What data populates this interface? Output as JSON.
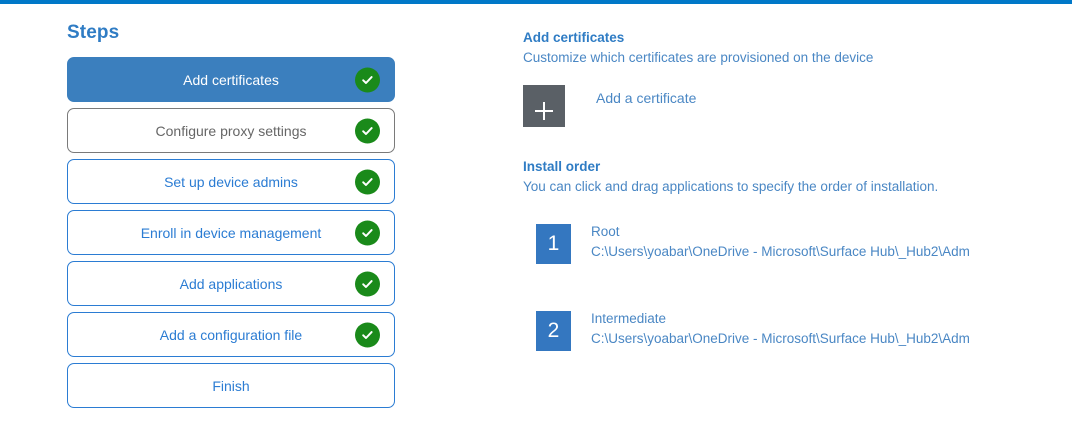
{
  "theme": {
    "accent_bar": "#0078c8",
    "link_blue": "#2b7cd3",
    "active_blue": "#3b7fbe",
    "heading_blue": "#2f7cc4",
    "text_blue": "#4a87c4",
    "check_green": "#1a8a1a",
    "plus_box_gray": "#5a6066",
    "muted_gray": "#666666",
    "badge_blue": "#3477c0"
  },
  "steps": {
    "heading": "Steps",
    "items": [
      {
        "label": "Add certificates",
        "state": "active",
        "completed": true
      },
      {
        "label": "Configure proxy settings",
        "state": "muted",
        "completed": true
      },
      {
        "label": "Set up device admins",
        "state": "normal",
        "completed": true
      },
      {
        "label": "Enroll in device management",
        "state": "normal",
        "completed": true
      },
      {
        "label": "Add applications",
        "state": "normal",
        "completed": true
      },
      {
        "label": "Add a configuration file",
        "state": "normal",
        "completed": true
      },
      {
        "label": "Finish",
        "state": "normal",
        "completed": false
      }
    ]
  },
  "detail": {
    "title": "Add certificates",
    "subtitle": "Customize which certificates are provisioned on the device",
    "add_certificate_label": "Add a certificate",
    "add_certificate_icon": "plus-icon",
    "install_order": {
      "title": "Install order",
      "subtitle": "You can click and drag applications to specify the order of installation.",
      "items": [
        {
          "index": "1",
          "name": "Root",
          "path": "C:\\Users\\yoabar\\OneDrive - Microsoft\\Surface Hub\\_Hub2\\Adm"
        },
        {
          "index": "2",
          "name": "Intermediate",
          "path": "C:\\Users\\yoabar\\OneDrive - Microsoft\\Surface Hub\\_Hub2\\Adm"
        }
      ]
    }
  }
}
